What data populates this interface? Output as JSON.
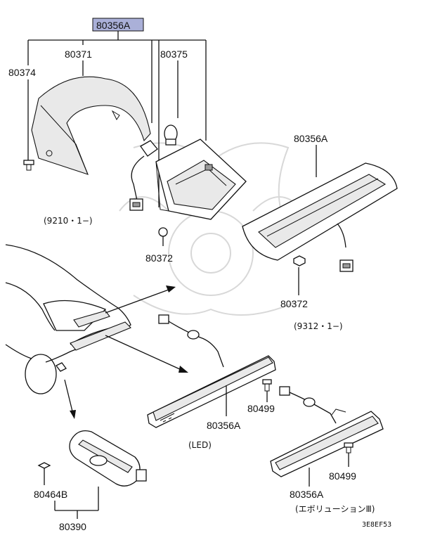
{
  "header_part": "80356A",
  "labels": {
    "p80371": "80371",
    "p80374": "80374",
    "p80375": "80375",
    "p80372_a": "80372",
    "p80372_b": "80372",
    "p80356A_right": "80356A",
    "p80356A_led": "80356A",
    "p80356A_evo": "80356A",
    "p80499_a": "80499",
    "p80499_b": "80499",
    "p80464B": "80464B",
    "p80390": "80390"
  },
  "notes": {
    "date_a": "(9210・1−)",
    "date_b": "(9312・1−)",
    "led": "(LED)",
    "evo": "(エボリューションⅢ)"
  },
  "diagram_ref": "3E8EF53",
  "colors": {
    "highlight_box": "#aab0d8",
    "ink": "#111111"
  }
}
